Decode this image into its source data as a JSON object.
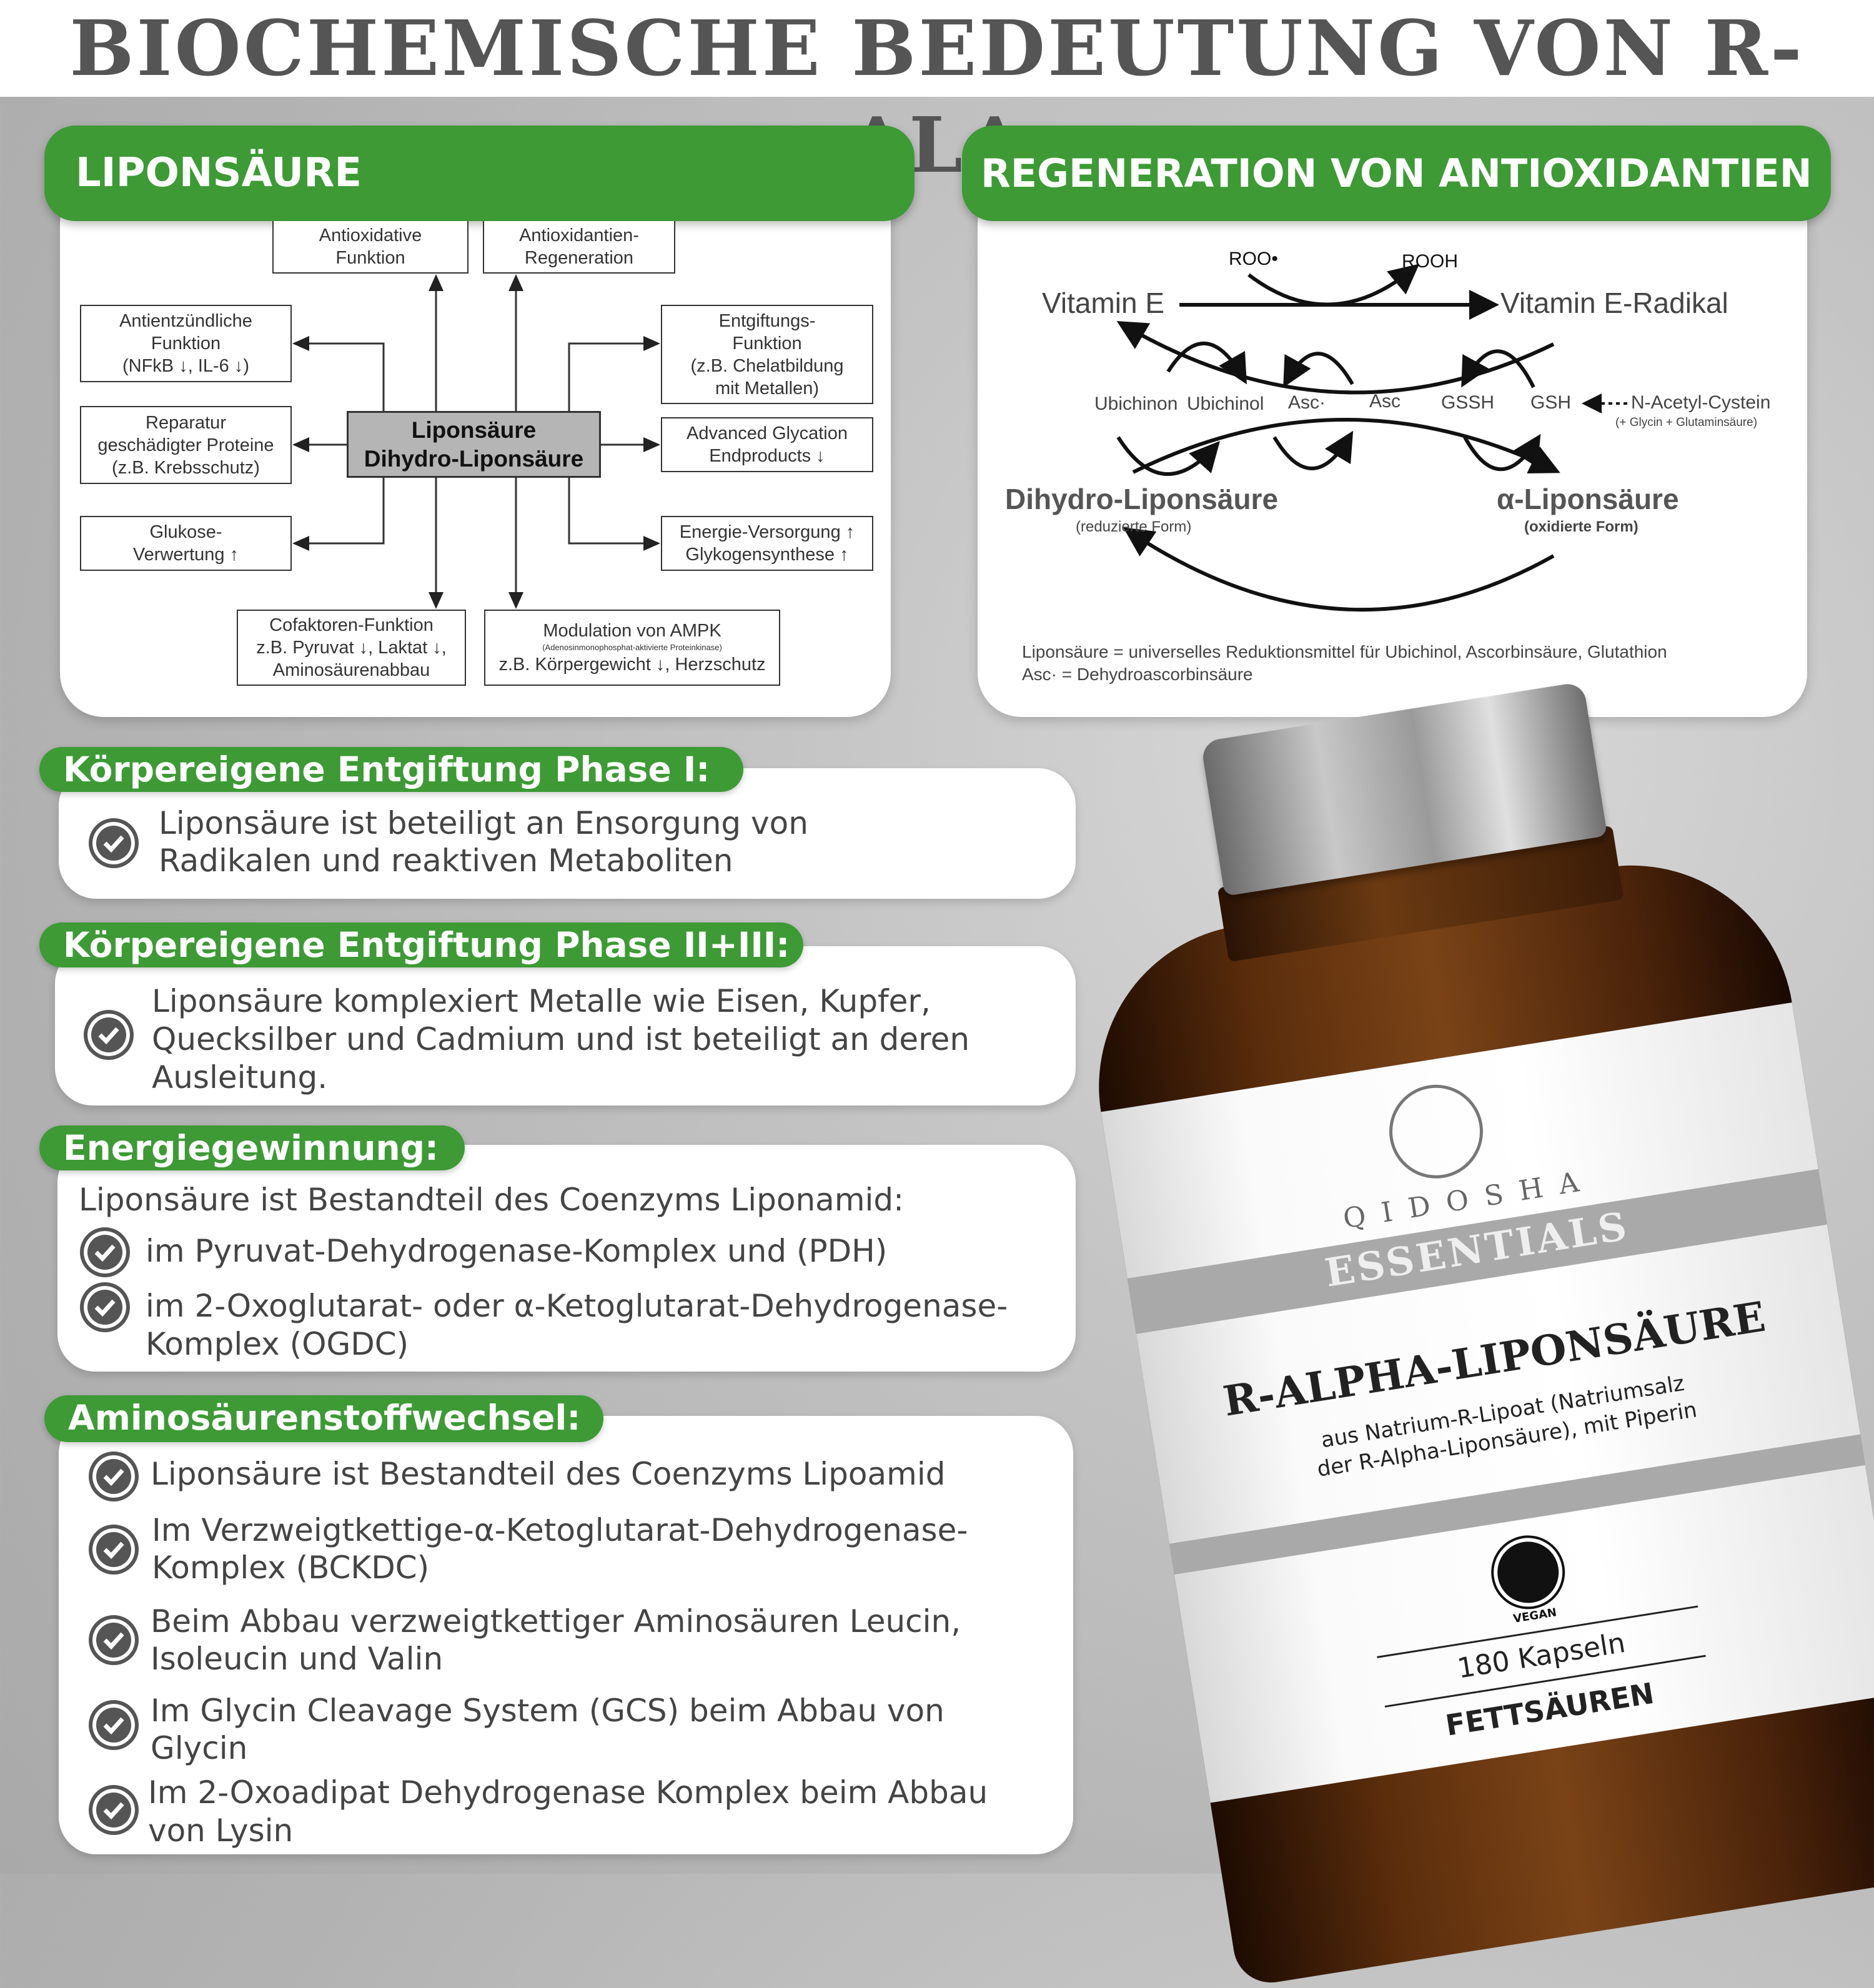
{
  "title": "BIOCHEMISCHE BEDEUTUNG VON R-ALA",
  "colors": {
    "green": "#3d9a35",
    "title_gray": "#555555"
  },
  "left_panel": {
    "header": "LIPONSÄURE",
    "center": [
      "Liponsäure",
      "Dihydro-Liponsäure"
    ],
    "boxes": {
      "antioxidative": [
        "Antioxidative",
        "Funktion"
      ],
      "regeneration": [
        "Antioxidantien-",
        "Regeneration"
      ],
      "antientzuendlich": [
        "Antientzündliche",
        "Funktion",
        "(NFkB ↓, IL-6 ↓)"
      ],
      "reparatur": [
        "Reparatur",
        "geschädigter Proteine",
        "(z.B. Krebsschutz)"
      ],
      "glukose": [
        "Glukose-",
        "Verwertung ↑"
      ],
      "entgiftung": [
        "Entgiftungs-",
        "Funktion",
        "(z.B. Chelatbildung",
        "mit Metallen)"
      ],
      "advanced": [
        "Advanced Glycation",
        "Endproducts ↓"
      ],
      "energie": [
        "Energie-Versorgung ↑",
        "Glykogensynthese ↑"
      ],
      "cofaktoren": [
        "Cofaktoren-Funktion",
        "z.B. Pyruvat ↓, Laktat ↓,",
        "Aminosäurenabbau"
      ],
      "ampk": [
        "Modulation von AMPK",
        "(Adenosinmonophosphat-aktivierte Proteinkinase)",
        "z.B. Körpergewicht ↓, Herzschutz"
      ]
    }
  },
  "right_panel": {
    "header": "REGENERATION VON ANTIOXIDANTIEN",
    "roo": "ROO•",
    "rooh": "ROOH",
    "vitamin_e": "Vitamin E",
    "vitamin_e_radikal": "Vitamin E-Radikal",
    "ubichinon": "Ubichinon",
    "ubichinol": "Ubichinol",
    "asc_rad": "Asc·",
    "asc": "Asc",
    "gssh": "GSSH",
    "gsh": "GSH",
    "nac": "N-Acetyl-Cystein",
    "nac_sub": "(+ Glycin + Glutaminsäure)",
    "dihydro": "Dihydro-Liponsäure",
    "dihydro_sub": "(reduzierte Form)",
    "alpha": "α-Liponsäure",
    "alpha_sub": "(oxidierte Form)",
    "footer1": "Liponsäure = universelles Reduktionsmittel für Ubichinol, Ascorbinsäure, Glutathion",
    "footer2": "Asc· = Dehydroascorbinsäure"
  },
  "sections": [
    {
      "label": "Körpereigene Entgiftung Phase I:",
      "items": [
        [
          "Liponsäure ist beteiligt an Ensorgung von",
          "Radikalen und reaktiven Metaboliten"
        ]
      ]
    },
    {
      "label": "Körpereigene Entgiftung Phase II+III:",
      "items": [
        [
          "Liponsäure komplexiert Metalle wie Eisen, Kupfer,",
          "Quecksilber und Cadmium und ist beteiligt an deren",
          "Ausleitung."
        ]
      ]
    },
    {
      "label": "Energiegewinnung:",
      "intro": "Liponsäure ist Bestandteil des Coenzyms Liponamid:",
      "items": [
        [
          "im Pyruvat-Dehydrogenase-Komplex und (PDH)"
        ],
        [
          "im 2-Oxoglutarat- oder α-Ketoglutarat-Dehydrogenase-",
          "Komplex (OGDC)"
        ]
      ]
    },
    {
      "label": "Aminosäurenstoffwechsel:",
      "items": [
        [
          "Liponsäure ist Bestandteil des Coenzyms Lipoamid"
        ],
        [
          "Im Verzweigtkettige-α-Ketoglutarat-Dehydrogenase-",
          "Komplex (BCKDC)"
        ],
        [
          "Beim Abbau verzweigtkettiger Aminosäuren Leucin,",
          "Isoleucin und Valin"
        ],
        [
          "Im Glycin Cleavage System (GCS) beim Abbau von",
          "Glycin"
        ],
        [
          "Im 2-Oxoadipat Dehydrogenase Komplex beim Abbau",
          "von Lysin"
        ]
      ]
    }
  ],
  "product": {
    "brand": "QIDOSHA",
    "line": "ESSENTIALS",
    "name": "R-ALPHA-LIPONSÄURE",
    "sub1": "aus Natrium-R-Lipoat (Natriumsalz",
    "sub2": "der R-Alpha-Liponsäure), mit Piperin",
    "vegan": "VEGAN",
    "count": "180 Kapseln",
    "category": "FETTSÄUREN"
  }
}
